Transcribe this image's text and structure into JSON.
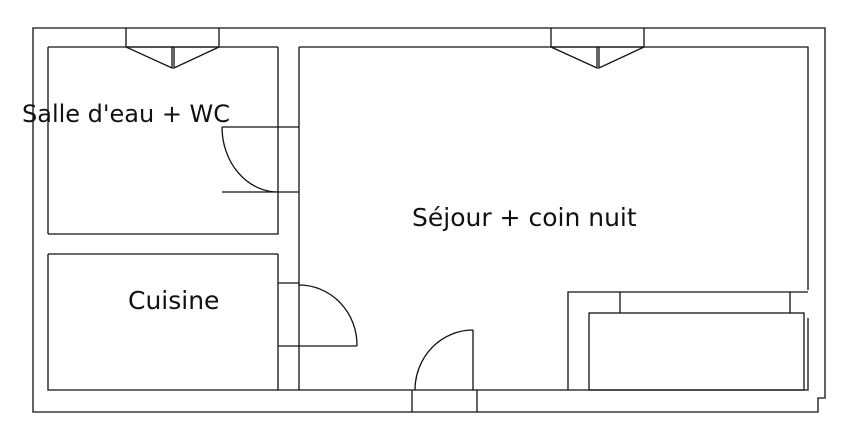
{
  "rooms": {
    "bathroom": "Salle d'eau + WC",
    "living": "Séjour + coin nuit",
    "kitchen": "Cuisine"
  },
  "colors": {
    "line": "#111111",
    "background": "#ffffff"
  }
}
